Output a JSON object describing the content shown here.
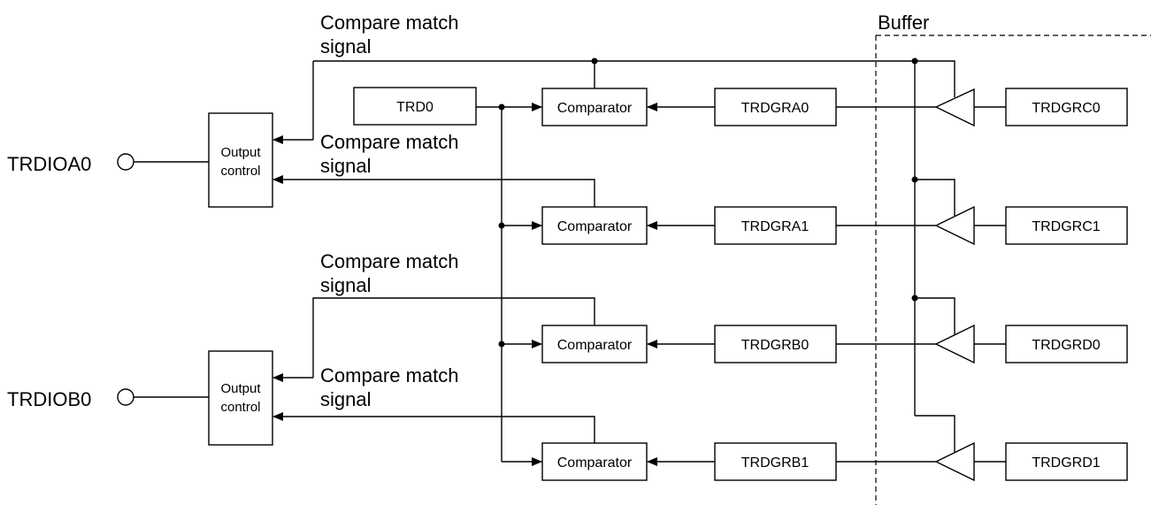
{
  "buffer_label": "Buffer",
  "terminals": {
    "a": "TRDIOA0",
    "b": "TRDIOB0"
  },
  "output_control": {
    "line1": "Output",
    "line2": "control"
  },
  "compare_match": {
    "line1": "Compare match",
    "line2": "signal"
  },
  "counter": "TRD0",
  "comparator": "Comparator",
  "registers_a": [
    "TRDGRA0",
    "TRDGRA1",
    "TRDGRB0",
    "TRDGRB1"
  ],
  "registers_c": [
    "TRDGRC0",
    "TRDGRC1",
    "TRDGRD0",
    "TRDGRD1"
  ]
}
